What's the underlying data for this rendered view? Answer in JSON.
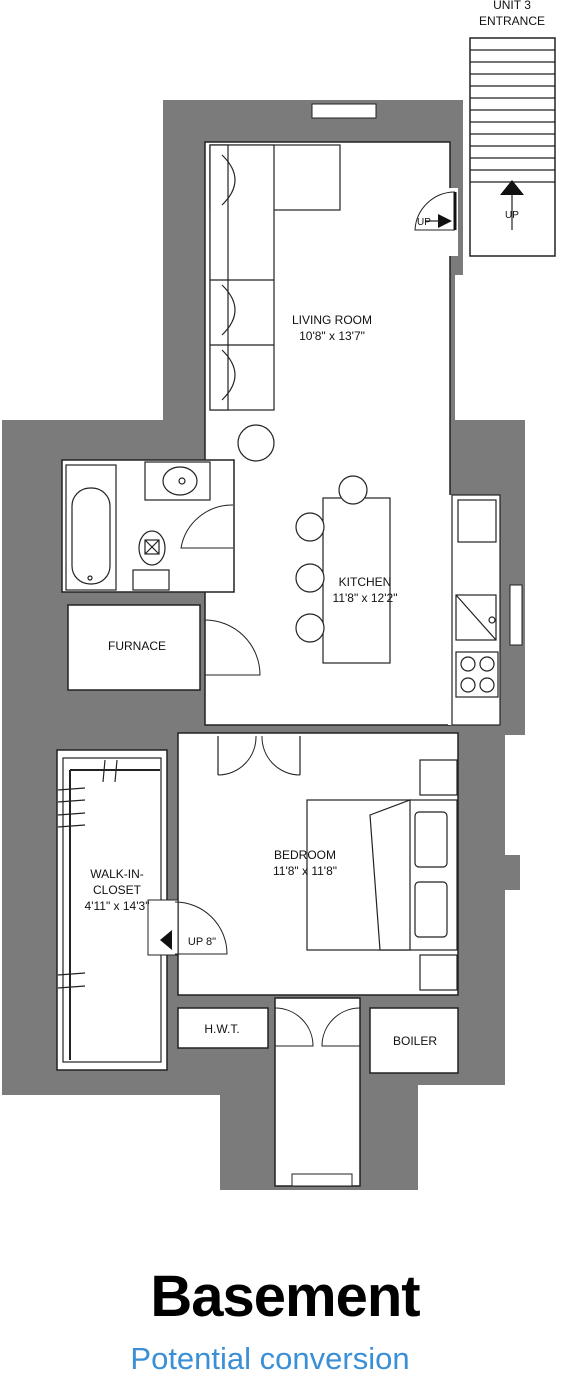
{
  "labels": {
    "entrance_line1": "UNIT 3",
    "entrance_line2": "ENTRANCE",
    "stair_up": "UP",
    "door_up": "UP",
    "living_name": "LIVING ROOM",
    "living_dim": "10'8\"  x 13'7\"",
    "kitchen_name": "KITCHEN",
    "kitchen_dim": "11'8\" x 12'2\"",
    "furnace": "FURNACE",
    "bedroom_name": "BEDROOM",
    "bedroom_dim": "11'8\" x 11'8\"",
    "closet_line1": "WALK-IN-",
    "closet_line2": "CLOSET",
    "closet_dim": "4'11\" x 14'3\"",
    "closet_up": "UP 8\"",
    "hwt": "H.W.T.",
    "boiler": "BOILER"
  },
  "title": "Basement",
  "subtitle": "Potential conversion",
  "colors": {
    "wall": "#7b7b7b",
    "subtitle": "#3a8fd6"
  }
}
